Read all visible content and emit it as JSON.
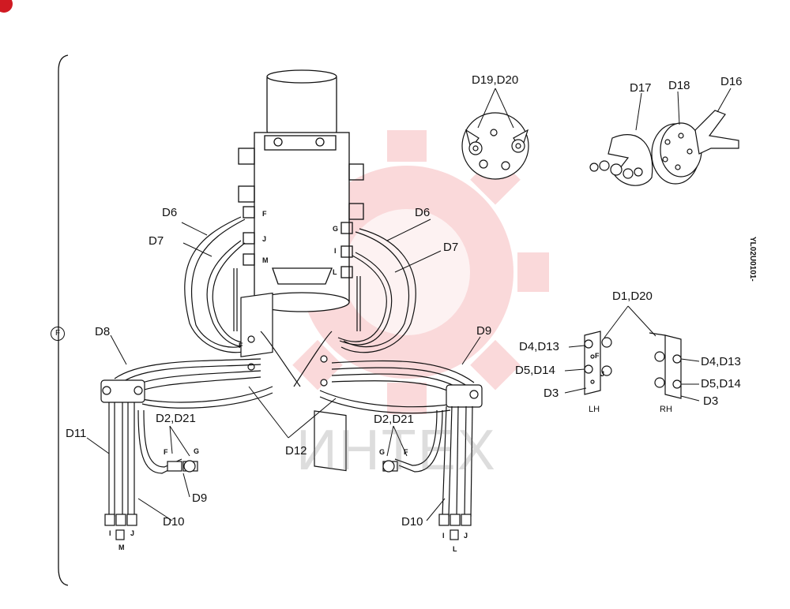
{
  "diagram": {
    "watermark": "ИНТЕХ",
    "side_code": "YL02U0101-",
    "group_marker": "F",
    "labels": {
      "d19_d20": "D19,D20",
      "d17": "D17",
      "d18": "D18",
      "d16": "D16",
      "d6_left": "D6",
      "d7_left": "D7",
      "d6_right": "D6",
      "d7_right": "D7",
      "d8": "D8",
      "d9_right": "D9",
      "d1_d20": "D1,D20",
      "d4_d13_left": "D4,D13",
      "d5_d14_left": "D5,D14",
      "d3_left": "D3",
      "d4_d13_right": "D4,D13",
      "d5_d14_right": "D5,D14",
      "d3_right": "D3",
      "lh": "LH",
      "rh": "RH",
      "d2_d21_left": "D2,D21",
      "d2_d21_right": "D2,D21",
      "d11": "D11",
      "d9_bottom": "D9",
      "d10_left": "D10",
      "d10_right": "D10",
      "d12": "D12"
    },
    "ports": {
      "joint_f": "F",
      "joint_j": "J",
      "joint_m": "M",
      "joint_g": "G",
      "joint_i": "I",
      "joint_l": "L",
      "bl_f": "F",
      "bl_g": "G",
      "br_g": "G",
      "br_f": "F",
      "left_i": "I",
      "left_j": "J",
      "left_m": "M",
      "right_i": "I",
      "right_j": "J",
      "right_l": "L",
      "lh_f": "F",
      "lh_j": "J",
      "manifold_f": "F"
    }
  }
}
